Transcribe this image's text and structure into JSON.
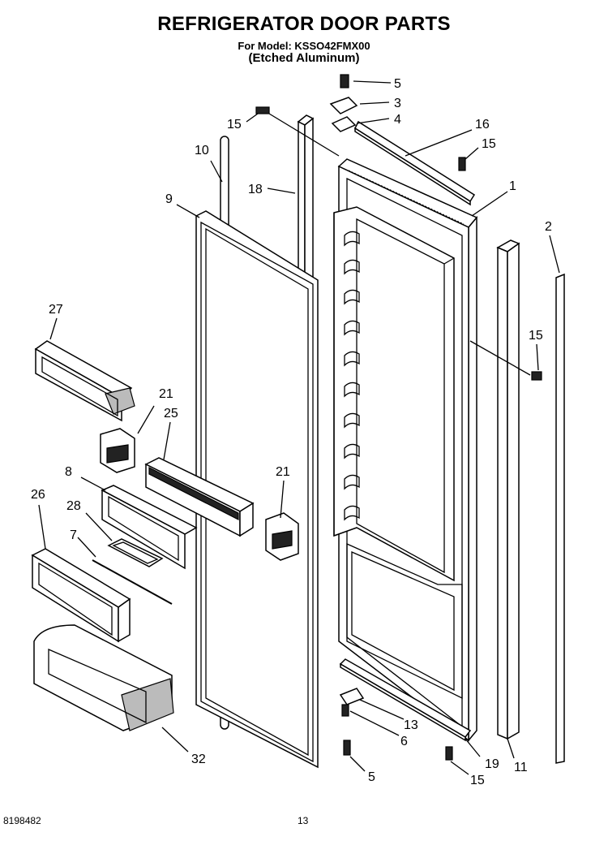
{
  "header": {
    "title": "REFRIGERATOR DOOR PARTS",
    "model_line": "For Model: KSSO42FMX00",
    "finish_line": "(Etched Aluminum)"
  },
  "callouts": {
    "c5_top": "5",
    "c3": "3",
    "c4": "4",
    "c16": "16",
    "c15_a": "15",
    "c15_b": "15",
    "c10": "10",
    "c18": "18",
    "c9": "9",
    "c1": "1",
    "c2": "2",
    "c15_c": "15",
    "c27": "27",
    "c21_a": "21",
    "c25": "25",
    "c8": "8",
    "c21_b": "21",
    "c26": "26",
    "c28": "28",
    "c7": "7",
    "c13": "13",
    "c6": "6",
    "c19": "19",
    "c11": "11",
    "c32": "32",
    "c5_bot": "5",
    "c15_d": "15"
  },
  "footer": {
    "doc_number": "8198482",
    "page_number": "13"
  }
}
